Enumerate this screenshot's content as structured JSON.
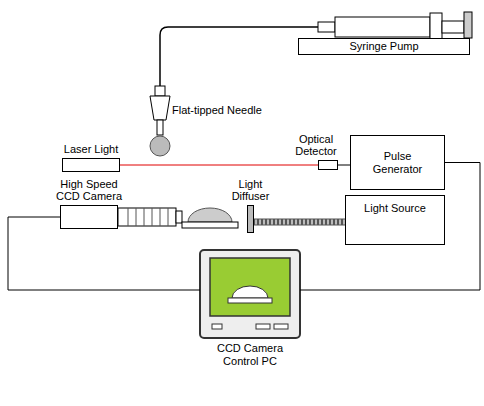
{
  "diagram": {
    "nodes": [
      {
        "text": [
          "Syringe Pump"
        ]
      },
      {
        "text": [
          "Laser Light"
        ]
      },
      {
        "text": [
          "Optical Detector"
        ]
      },
      {
        "text": [
          "Pulse Generator"
        ]
      },
      {
        "text": [
          "High Speed CCD Camera"
        ]
      },
      {
        "text": [
          "Light Diffuser"
        ]
      },
      {
        "text": [
          "Light Source"
        ]
      },
      {
        "text": [
          "CCD Camera Control PC"
        ]
      }
    ],
    "edges": [
      {
        "from": 1,
        "to": 2,
        "arrow": "none"
      },
      {
        "from": 2,
        "to": 3,
        "arrow": "none"
      },
      {
        "from": 3,
        "to": 7,
        "arrow": "none"
      },
      {
        "from": 4,
        "to": 7,
        "arrow": "none"
      },
      {
        "from": 6,
        "to": 5,
        "arrow": "none"
      }
    ],
    "labels": [
      "Flat-tipped Needle"
    ]
  }
}
